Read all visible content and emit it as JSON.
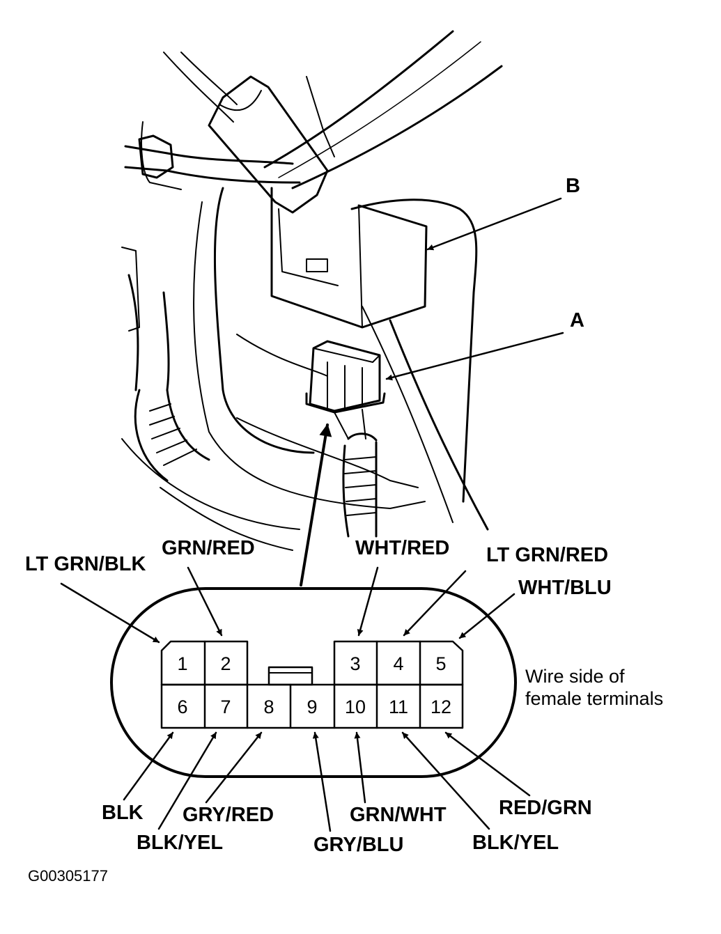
{
  "callouts": {
    "a": "A",
    "b": "B"
  },
  "pins": [
    "1",
    "2",
    "3",
    "4",
    "5",
    "6",
    "7",
    "8",
    "9",
    "10",
    "11",
    "12"
  ],
  "wires": {
    "top": {
      "p1": "LT GRN/BLK",
      "p2": "GRN/RED",
      "p3": "WHT/RED",
      "p4": "LT GRN/RED",
      "p5": "WHT/BLU"
    },
    "bottom": {
      "p6": "BLK",
      "p7": "BLK/YEL",
      "p8": "GRY/RED",
      "p9": "GRY/BLU",
      "p10": "GRN/WHT",
      "p11": "BLK/YEL",
      "p12": "RED/GRN"
    }
  },
  "note": {
    "line1": "Wire side of",
    "line2": "female terminals"
  },
  "figure_code": "G00305177"
}
